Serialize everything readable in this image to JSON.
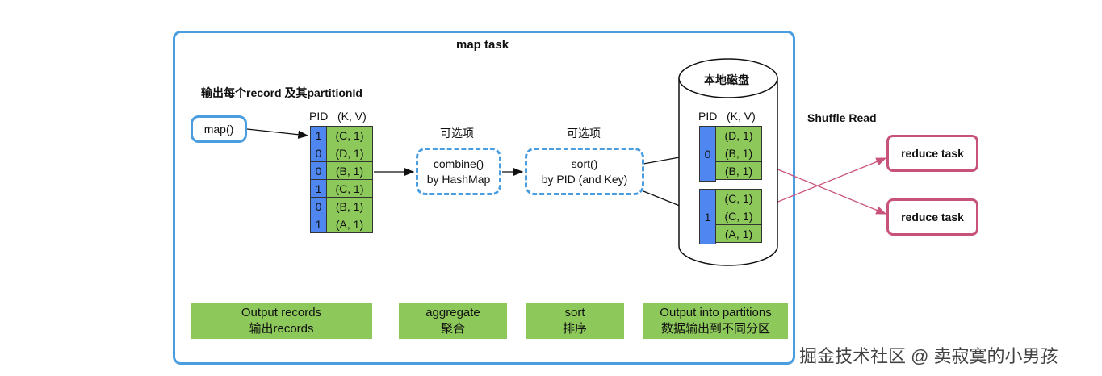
{
  "map_task": {
    "title": "map task"
  },
  "left": {
    "caption": "输出每个record 及其partitionId",
    "map_button": "map()",
    "header_pid": "PID",
    "header_kv": "(K, V)",
    "rows": [
      {
        "pid": "1",
        "kv": "(C, 1)"
      },
      {
        "pid": "0",
        "kv": "(D, 1)"
      },
      {
        "pid": "0",
        "kv": "(B, 1)"
      },
      {
        "pid": "1",
        "kv": "(C, 1)"
      },
      {
        "pid": "0",
        "kv": "(B, 1)"
      },
      {
        "pid": "1",
        "kv": "(A, 1)"
      }
    ]
  },
  "combine": {
    "optional": "可选项",
    "line1": "combine()",
    "line2": "by HashMap"
  },
  "sort": {
    "optional": "可选项",
    "line1": "sort()",
    "line2": "by PID (and Key)"
  },
  "disk": {
    "title": "本地磁盘",
    "header_pid": "PID",
    "header_kv": "(K, V)",
    "partition0": {
      "pid": "0",
      "rows": [
        "(D, 1)",
        "(B, 1)",
        "(B, 1)"
      ]
    },
    "partition1": {
      "pid": "1",
      "rows": [
        "(C, 1)",
        "(C, 1)",
        "(A, 1)"
      ]
    }
  },
  "shuffle": {
    "title": "Shuffle Read",
    "reduce1": "reduce task",
    "reduce2": "reduce task"
  },
  "bottom": [
    {
      "line1": "Output records",
      "line2": "输出records"
    },
    {
      "line1": "aggregate",
      "line2": "聚合"
    },
    {
      "line1": "sort",
      "line2": "排序"
    },
    {
      "line1": "Output into partitions",
      "line2": "数据输出到不同分区"
    }
  ],
  "watermark": "掘金技术社区 @ 卖寂寞的小男孩",
  "colors": {
    "blue": "#4a9ee0",
    "pid_blue": "#4f86f0",
    "green": "#8dc85a",
    "reduce_border": "#c8537a"
  }
}
